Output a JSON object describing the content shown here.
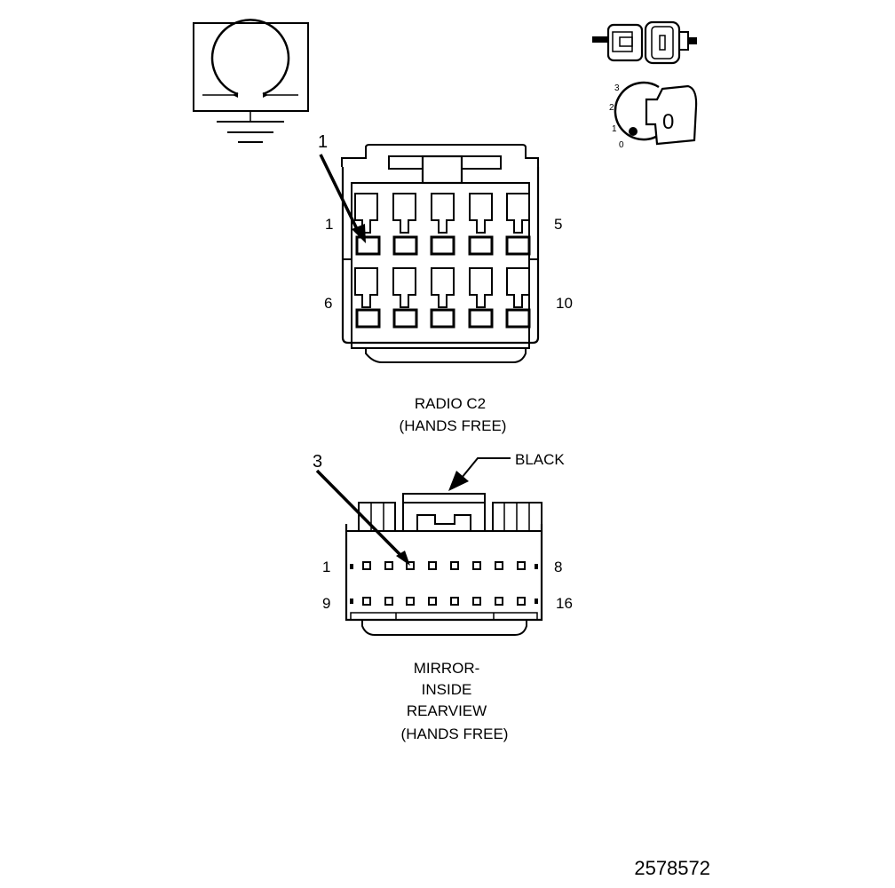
{
  "icons": {
    "ground_symbol": "connector-end-view-ground-icon",
    "connector": "inline-connector-icon",
    "ignition": "ignition-switch-icon"
  },
  "ignition_positions": [
    "3",
    "2",
    "1",
    "0"
  ],
  "ignition_key_label": "0",
  "connector1": {
    "callout": "1",
    "pin_first_top": "1",
    "pin_last_top": "5",
    "pin_first_bottom": "6",
    "pin_last_bottom": "10",
    "title_line1": "RADIO C2",
    "title_line2": "(HANDS FREE)"
  },
  "connector2": {
    "callout": "3",
    "color_label": "BLACK",
    "pin_first_top": "1",
    "pin_last_top": "8",
    "pin_first_bottom": "9",
    "pin_last_bottom": "16",
    "title_line1": "MIRROR-",
    "title_line2": "INSIDE",
    "title_line3": "REARVIEW",
    "title_line4": "(HANDS FREE)"
  },
  "figure_number": "2578572"
}
